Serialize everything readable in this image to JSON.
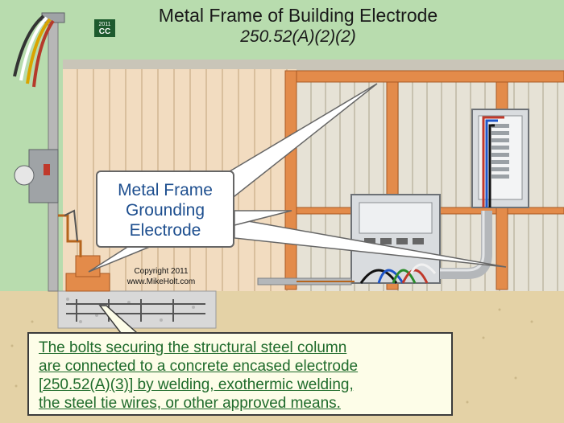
{
  "badge": {
    "year": "2011",
    "code": "CC"
  },
  "title": {
    "line1": "Metal Frame of Building Electrode",
    "line2": "250.52(A)(2)(2)"
  },
  "callout": {
    "line1": "Metal Frame",
    "line2": "Grounding",
    "line3": "Electrode"
  },
  "copyright": {
    "line1": "Copyright 2011",
    "line2": "www.MikeHolt.com"
  },
  "note": {
    "line1": "The bolts securing the structural steel column",
    "line2": "are connected to a concrete encased electrode",
    "line3": "[250.52(A)(3)] by welding, exothermic welding,",
    "line4": "the steel tie wires, or other approved means."
  },
  "colors": {
    "background": "#b8dcae",
    "wall": "#e6e2d6",
    "wall_left": "#f2dcc0",
    "steel_beam": "#e38b4a",
    "ground": "#e4d2a6",
    "concrete": "#d8d8d8",
    "callout_text": "#1e4f8f",
    "note_text": "#1f6b2b",
    "badge": "#1d5a2e"
  },
  "icons": [
    "service-mast-icon",
    "meter-disconnect-icon",
    "panelboard-icon",
    "junction-box-icon",
    "conduit-icon",
    "ground-rod-icon"
  ]
}
